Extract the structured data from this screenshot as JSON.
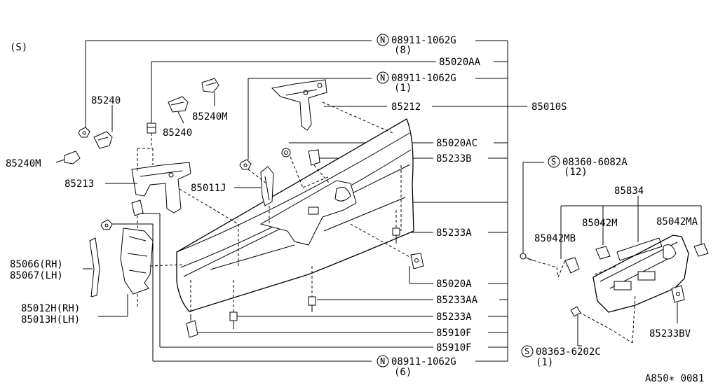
{
  "diagram": {
    "section_mark": "(S)",
    "drawing_code": "A850∗ 0081",
    "assembly_number": "85010S",
    "callouts_right": [
      {
        "prefix": "N",
        "part": "08911-1062G",
        "qty": "(8)"
      },
      {
        "part": "85020AA"
      },
      {
        "prefix": "N",
        "part": "08911-1062G",
        "qty": "(1)"
      },
      {
        "part": "85212"
      },
      {
        "part": "85020AC"
      },
      {
        "part": "85233B"
      },
      {
        "part": "85233A"
      },
      {
        "part": "85020A"
      },
      {
        "part": "85233AA"
      },
      {
        "part": "85233A"
      },
      {
        "part": "85910F"
      },
      {
        "part": "85910F"
      },
      {
        "prefix": "N",
        "part": "08911-1062G",
        "qty": "(6)"
      }
    ],
    "labels_left": {
      "p85240_a": "85240",
      "p85240m_a": "85240M",
      "p85240_b": "85240",
      "p85240m_b": "85240M",
      "p85213": "85213",
      "p85011j": "85011J",
      "p85066": "85066(RH)",
      "p85067": "85067(LH)",
      "p85012h": "85012H(RH)",
      "p85013h": "85013H(LH)"
    },
    "panel": {
      "screw_top": {
        "prefix": "S",
        "part": "08360-6082A",
        "qty": "(12)"
      },
      "p85834": "85834",
      "p85042m": "85042M",
      "p85042ma": "85042MA",
      "p85042mb": "85042MB",
      "p85233bv": "85233BV",
      "screw_bottom": {
        "prefix": "S",
        "part": "08363-6202C",
        "qty": "(1)"
      }
    }
  }
}
